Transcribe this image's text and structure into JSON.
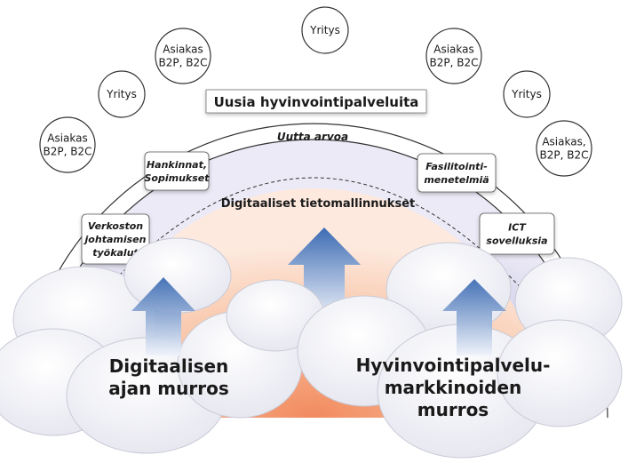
{
  "title_box": "Uusia hyvinvointipalveluita",
  "value_label": "Uutta arvoa",
  "center_label": "Digitaaliset tietomallinnukset",
  "ring_nodes": [
    {
      "lines": [
        "Asiakas",
        "B2P, B2C"
      ]
    },
    {
      "lines": [
        "Yritys"
      ]
    },
    {
      "lines": [
        "Asiakas",
        "B2P, B2C"
      ]
    },
    {
      "lines": [
        "Yritys"
      ]
    },
    {
      "lines": [
        "Asiakas",
        "B2P, B2C"
      ]
    },
    {
      "lines": [
        "Yritys"
      ]
    },
    {
      "lines": [
        "Asiakas,",
        "B2P, B2C"
      ]
    }
  ],
  "inner_labels": [
    {
      "lines": [
        "Hankinnat,",
        "Sopimukset"
      ]
    },
    {
      "lines": [
        "Verkoston",
        "johtamisen",
        "työkalut"
      ]
    },
    {
      "lines": [
        "Fasilitointi-",
        "menetelmiä"
      ]
    },
    {
      "lines": [
        "ICT",
        "sovelluksia"
      ]
    }
  ],
  "bottom_left": [
    "Digitaalisen",
    "ajan murros"
  ],
  "bottom_right": [
    "Hyvinvointipalvelu-",
    "markkinoiden",
    "murros"
  ],
  "colors": {
    "arrow_top": "#3f6fb5",
    "arrow_bottom": "#e8eef8",
    "core": "#f5a27d",
    "halo": "#d9d9ee",
    "ring": "#333333"
  }
}
